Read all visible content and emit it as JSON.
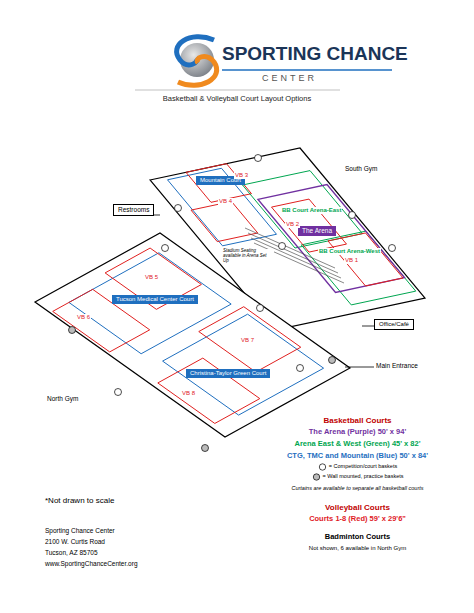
{
  "diagram": {
    "title": "Basketball & Volleyball Court Layout Options",
    "nodes": [
      {
        "text": [
          "Restrooms"
        ]
      },
      {
        "text": [
          "Mountain Court"
        ]
      },
      {
        "text": [
          "The Arena"
        ]
      },
      {
        "text": [
          "Tucson Medical Center Court"
        ]
      },
      {
        "text": [
          "Christina-Taylor Green Court"
        ]
      },
      {
        "text": [
          "Office/Café"
        ]
      }
    ],
    "labels": [
      "SPORTING CHANCE",
      "CENTER",
      "South Gym",
      "VB 3",
      "VB 4",
      "BB Court Arena-East",
      "VB 2",
      "BB Court Arena-West",
      "VB 1",
      "Stadium Seating available in Arena Set Up",
      "VB 5",
      "VB 6",
      "VB 7",
      "VB 8",
      "North Gym",
      "Main Entrance",
      "*Not drawn to scale",
      "Sporting Chance Center",
      "2100 W. Curtis Road",
      "Tucson, AZ  85705",
      "www.SportingChanceCenter.org",
      "Basketball Courts",
      "Curtains are available to separate all basketball courts",
      "Volleyball Courts",
      "Badminton Courts",
      "Not shown, 6 available in North Gym"
    ],
    "legend": [
      {
        "text": "The Arena (Purple) 50' x 94'",
        "color": "#7030a0"
      },
      {
        "text": "Arena East & West (Green) 45' x 82'",
        "color": "#00a650"
      },
      {
        "text": "CTG, TMC and Mountain (Blue) 50' x 84'",
        "color": "#1f6fbf"
      },
      {
        "text": "= Competition/court baskets"
      },
      {
        "text": "= Wall mounted, practice baskets"
      },
      {
        "text": "Courts 1-8 (Red) 59' x 29'6\"",
        "color": "#e0201f"
      }
    ]
  }
}
